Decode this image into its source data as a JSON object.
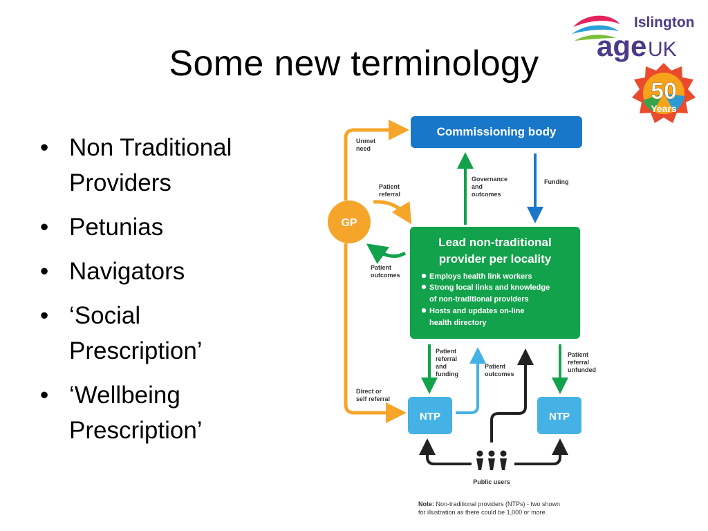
{
  "title": "Some new terminology",
  "bullets": [
    [
      "Non Traditional",
      "Providers"
    ],
    [
      "Petunias"
    ],
    [
      "Navigators"
    ],
    [
      "‘Social",
      "Prescription’"
    ],
    [
      "‘Wellbeing",
      "Prescription’"
    ]
  ],
  "logo": {
    "place": "Islington",
    "age": "age",
    "uk": "UK",
    "badge_number": "50",
    "badge_word": "Years"
  },
  "diagram": {
    "commissioning_body": "Commissioning body",
    "gp": "GP",
    "lead_line1": "Lead non-traditional",
    "lead_line2": "provider per locality",
    "lead_bullets": [
      [
        "Employs health link workers"
      ],
      [
        "Strong local links and knowledge",
        "of non-traditional providers"
      ],
      [
        "Hosts and updates on-line",
        "health directory"
      ]
    ],
    "ntp_left": "NTP",
    "ntp_right": "NTP",
    "unmet_need": [
      "Unmet",
      "need"
    ],
    "patient_referral_gp": [
      "Patient",
      "referral"
    ],
    "patient_outcomes_gp": [
      "Patient",
      "outcomes"
    ],
    "governance": [
      "Governance",
      "and",
      "outcomes"
    ],
    "funding": "Funding",
    "referral_funding": [
      "Patient",
      "referral",
      "and",
      "funding"
    ],
    "outcomes_ntp": [
      "Patient",
      "outcomes"
    ],
    "referral_unfunded": [
      "Patient",
      "referral",
      "unfunded"
    ],
    "direct_referral": [
      "Direct or",
      "self referral"
    ],
    "public_users": "Public users",
    "note_label": "Note:",
    "note_line1": " Non-traditional providers (NTPs) - two shown",
    "note_line2": "for illustration as there could be 1,000 or more."
  },
  "colors": {
    "blue": "#1877c8",
    "green": "#12a24b",
    "light_blue": "#44b2e4",
    "orange": "#f5a52a",
    "black": "#222222"
  }
}
